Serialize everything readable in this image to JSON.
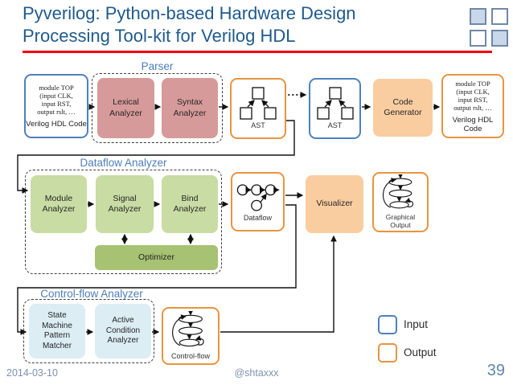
{
  "title": {
    "line1": "Pyverilog: Python-based Hardware Design",
    "line2": "Processing Tool-kit for Verilog HDL"
  },
  "colors": {
    "title_blue": "#1F5A8C",
    "section_label_blue": "#4D7EB8",
    "underline_red": "#F40000",
    "input_border_blue": "#4F81BD",
    "output_border_orange": "#E89441",
    "parser_box_pink": "#D79A9A",
    "dataflow_box_green": "#C9DCA4",
    "optimizer_green": "#A6C272",
    "controlflow_box_blue": "#DCEDF4",
    "generator_fill_orange": "#F9CDA0",
    "footer_gray_blue": "#7C92AF"
  },
  "icons": {
    "logo": "four-squares-logo",
    "ast": "ast-tree-icon",
    "dataflow": "dataflow-graph-icon",
    "controlflow": "control-flow-graph-icon"
  },
  "code_box": {
    "code_lines": [
      "module TOP",
      "(input CLK,",
      "input RST,",
      "output rslt, …"
    ],
    "caption": "Verilog HDL Code"
  },
  "parser": {
    "label": "Parser",
    "lexical": "Lexical Analyzer",
    "syntax": "Syntax Analyzer"
  },
  "ast": {
    "label": "AST"
  },
  "code_generator": {
    "label": "Code Generator"
  },
  "dataflow_analyzer": {
    "label": "Dataflow Analyzer",
    "module": "Module Analyzer",
    "signal": "Signal Analyzer",
    "bind": "Bind Analyzer",
    "optimizer": "Optimizer"
  },
  "dataflow_box": {
    "label": "Dataflow"
  },
  "visualizer": {
    "label": "Visualizer"
  },
  "graphical_output": {
    "label": "Graphical Output"
  },
  "controlflow_analyzer": {
    "label": "Control-flow Analyzer",
    "state_machine": "State Machine Pattern Matcher",
    "active_condition": "Active Condition Analyzer"
  },
  "controlflow_box": {
    "label": "Control-flow"
  },
  "legend": {
    "input": "Input",
    "output": "Output"
  },
  "footer": {
    "date": "2014-03-10",
    "handle": "@shtaxxx",
    "page": "39"
  }
}
